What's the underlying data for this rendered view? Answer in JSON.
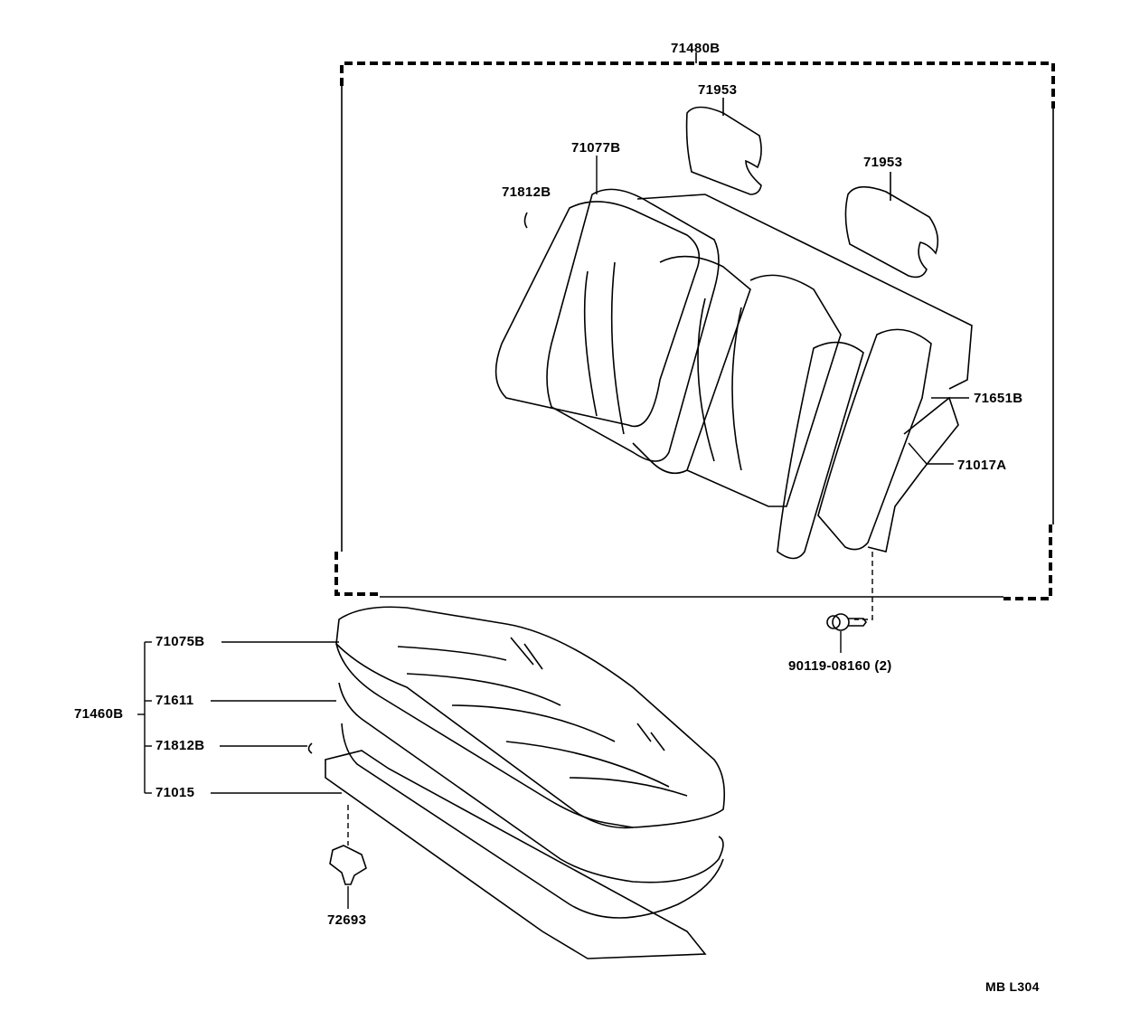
{
  "diagram": {
    "reference_code": "MB L304",
    "parts": {
      "seat_back_assembly": "71480B",
      "headrest_left": "71953",
      "headrest_right": "71953",
      "seat_back_cover": "71077B",
      "hog_ring_upper": "71812B",
      "seat_back_pad": "71651B",
      "seat_back_frame": "71017A",
      "bolt": "90119-08160 (2)",
      "cushion_assembly": "71460B",
      "cushion_cover": "71075B",
      "cushion_pad": "71611",
      "hog_ring_lower": "71812B",
      "cushion_frame": "71015",
      "clip": "72693"
    },
    "colors": {
      "line": "#000000",
      "background": "#ffffff"
    }
  }
}
